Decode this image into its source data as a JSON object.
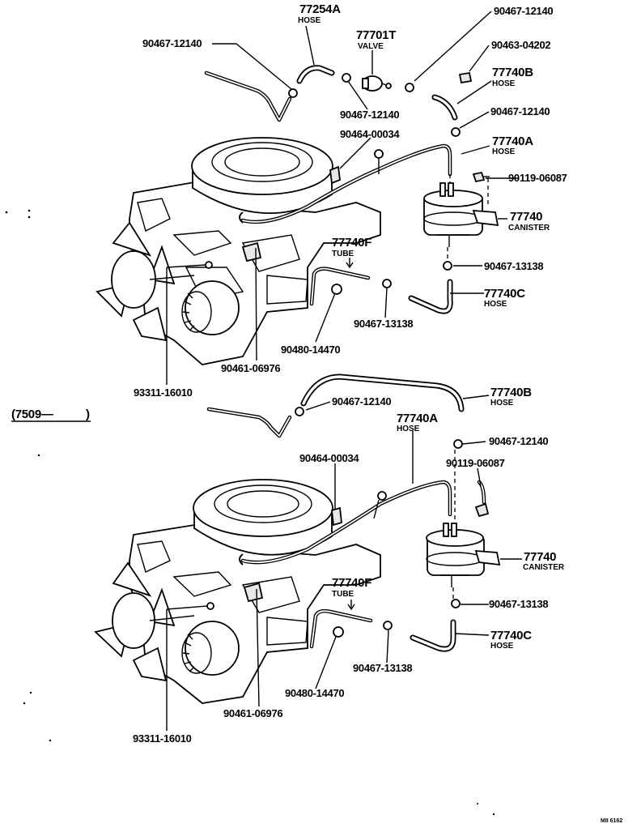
{
  "diagram": {
    "top": {
      "labels": {
        "p77254a": {
          "num": "77254A",
          "sub": "HOSE"
        },
        "p77701t": {
          "num": "77701T",
          "sub": "VALVE"
        },
        "p90467_12140_a": "90467-12140",
        "p90467_12140_b": "90467-12140",
        "p90467_12140_c": "90467-12140",
        "p90467_12140_d": "90467-12140",
        "p90463_04202": "90463-04202",
        "p77740b": {
          "num": "77740B",
          "sub": "HOSE"
        },
        "p90464_00034": "90464-00034",
        "p77740a": {
          "num": "77740A",
          "sub": "HOSE"
        },
        "p90119_06087": "90119-06087",
        "p77740": {
          "num": "77740",
          "sub": "CANISTER"
        },
        "p77740f": {
          "num": "77740F",
          "sub": "TUBE"
        },
        "p90467_13138_a": "90467-13138",
        "p77740c": {
          "num": "77740C",
          "sub": "HOSE"
        },
        "p90467_13138_b": "90467-13138",
        "p90480_14470": "90480-14470",
        "p90461_06976": "90461-06976",
        "p93311_16010": "93311-16010"
      }
    },
    "date_range": "(7509—",
    "date_range_end": ")",
    "bottom": {
      "labels": {
        "p90467_12140_a": "90467-12140",
        "p77740b": {
          "num": "77740B",
          "sub": "HOSE"
        },
        "p77740a": {
          "num": "77740A",
          "sub": "HOSE"
        },
        "p90467_12140_b": "90467-12140",
        "p90464_00034": "90464-00034",
        "p90119_06087": "90119-06087",
        "p77740": {
          "num": "77740",
          "sub": "CANISTER"
        },
        "p77740f": {
          "num": "77740F",
          "sub": "TUBE"
        },
        "p90467_13138_a": "90467-13138",
        "p77740c": {
          "num": "77740C",
          "sub": "HOSE"
        },
        "p90467_13138_b": "90467-13138",
        "p90480_14470": "90480-14470",
        "p90461_06976": "90461-06976",
        "p93311_16010": "93311-16010"
      }
    },
    "footer_code": "MII 6162"
  }
}
